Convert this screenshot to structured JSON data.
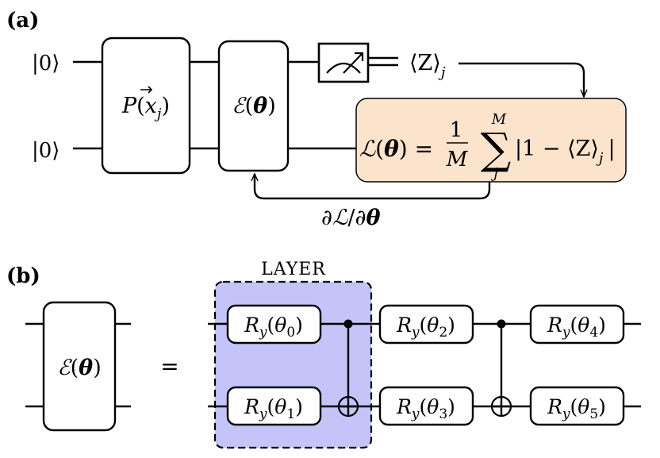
{
  "panel_a": {
    "label": "(a)",
    "input_state_top": "|0⟩",
    "input_state_bottom": "|0⟩",
    "encoding_gate": {
      "symbol": "P",
      "argument": "x",
      "subscript": "j"
    },
    "variational_gate": {
      "symbol": "ℰ",
      "parameter": "θ"
    },
    "measurement_output": {
      "text": "⟨Z⟩",
      "subscript": "j"
    },
    "loss_function": {
      "lhs": "ℒ(θ) =",
      "fraction_numerator": "1",
      "fraction_denominator": "M",
      "sum_upper": "M",
      "sum_lower": "j",
      "summand": "|1 − ⟨Z⟩",
      "summand_subscript": "j",
      "summand_close": "|"
    },
    "gradient_label": "∂ℒ/∂θ",
    "loss_box_fill": "#fce4cc"
  },
  "panel_b": {
    "label": "(b)",
    "layer_label": "LAYER",
    "layer_fill": "#c4c4f8",
    "equals": "=",
    "variational_gate": {
      "symbol": "ℰ",
      "parameter": "θ"
    },
    "rotation_gates": [
      {
        "name": "R",
        "axis": "y",
        "param": "θ",
        "index": "0"
      },
      {
        "name": "R",
        "axis": "y",
        "param": "θ",
        "index": "1"
      },
      {
        "name": "R",
        "axis": "y",
        "param": "θ",
        "index": "2"
      },
      {
        "name": "R",
        "axis": "y",
        "param": "θ",
        "index": "3"
      },
      {
        "name": "R",
        "axis": "y",
        "param": "θ",
        "index": "4"
      },
      {
        "name": "R",
        "axis": "y",
        "param": "θ",
        "index": "5"
      }
    ]
  }
}
